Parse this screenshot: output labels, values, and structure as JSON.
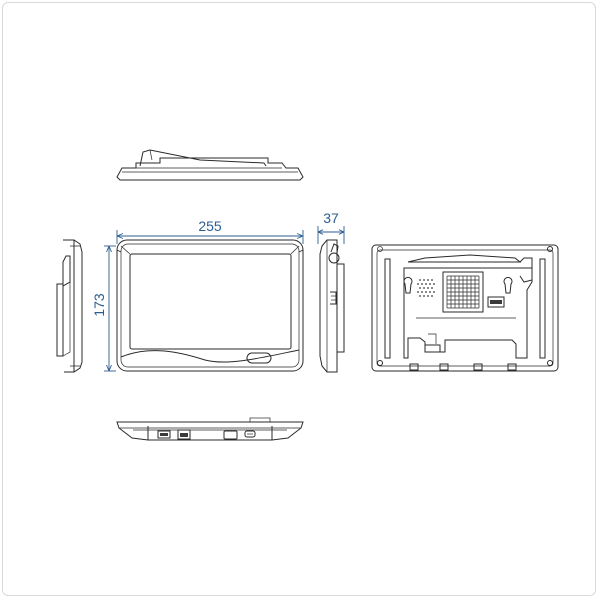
{
  "dimensions": {
    "width": "255",
    "height": "173",
    "depth": "37"
  },
  "colors": {
    "line": "#2a2a2a",
    "dimension": "#2e5d8f",
    "border": "#d9d9d9"
  }
}
